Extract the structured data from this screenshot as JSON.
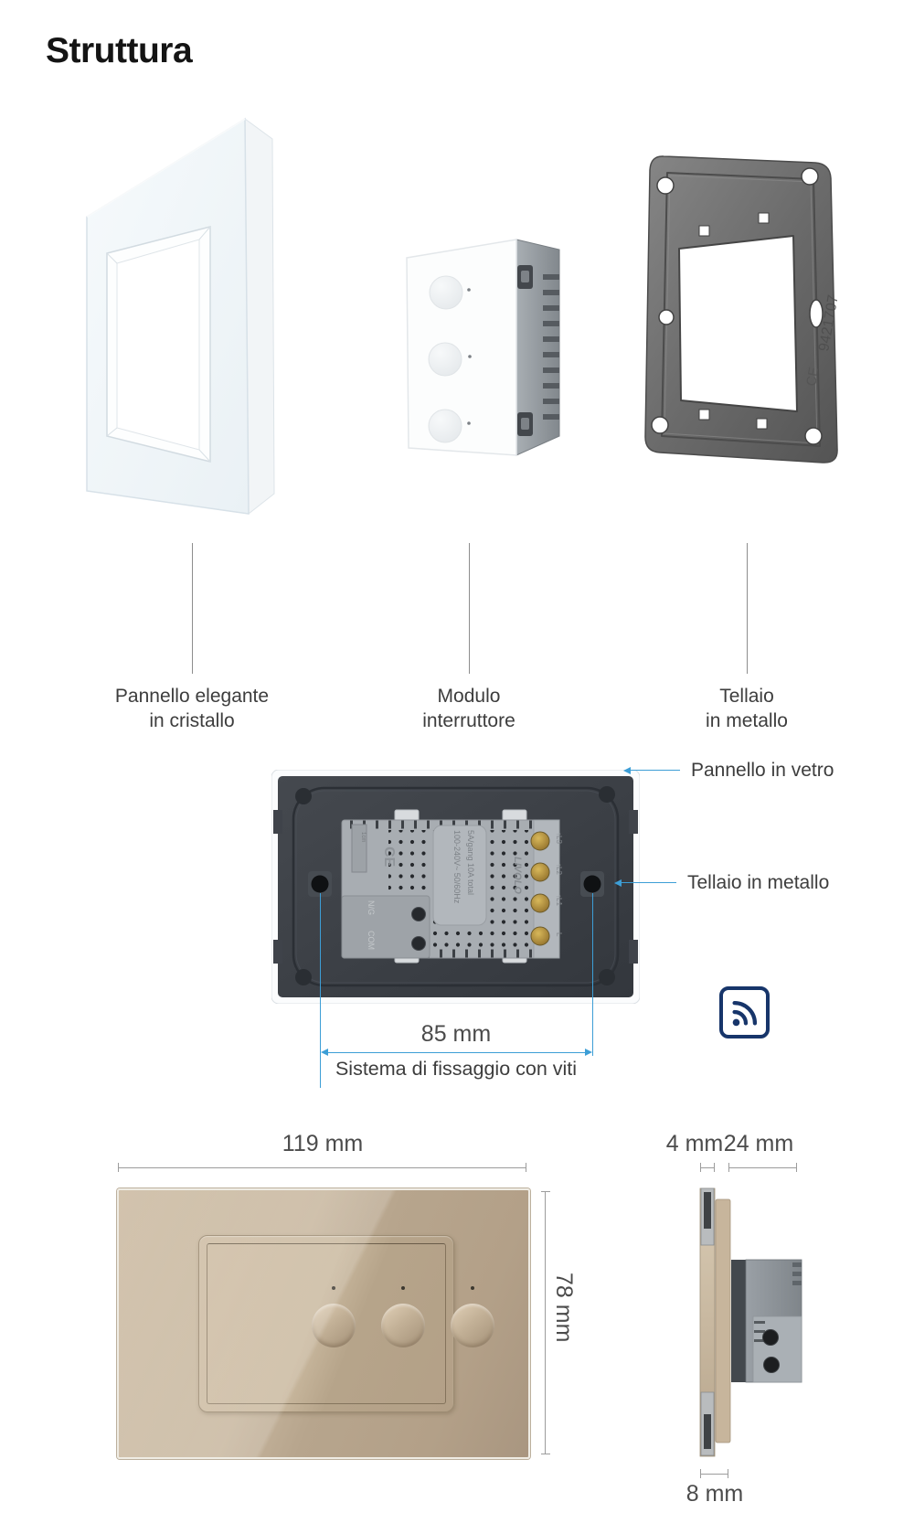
{
  "title": "Struttura",
  "exploded": {
    "items": [
      {
        "line1": "Pannello elegante",
        "line2": "in cristallo"
      },
      {
        "line1": "Modulo",
        "line2": "interruttore"
      },
      {
        "line1": "Tellaio",
        "line2": "in metallo"
      }
    ]
  },
  "back_view": {
    "callout_glass": "Pannello in vetro",
    "callout_frame": "Tellaio in metallo",
    "screw_distance": "85 mm",
    "screw_caption": "Sistema di fissaggio con viti"
  },
  "markings": {
    "ce": "CE",
    "brand": "LIVOLO",
    "rating1": "100-240V~ 50/60Hz",
    "rating2": "5A/gang 10A total",
    "scale": "1cm",
    "terminals": [
      "↑L3",
      "↑L2",
      "↑L1",
      "L"
    ],
    "inputs": [
      "N/G",
      "COM"
    ],
    "frame_serial": "9421707",
    "frame_ce": "CE"
  },
  "dimensions": {
    "front_width": "119 mm",
    "front_height": "78 mm",
    "glass_thickness": "4 mm",
    "module_depth": "24 mm",
    "panel_thickness": "8 mm"
  },
  "colors": {
    "accent_blue": "#3d9ed6",
    "navy": "#17356a",
    "gold": "#bca98f",
    "charcoal": "#3a3e44"
  },
  "icons": {
    "rf": "rf-signal"
  }
}
